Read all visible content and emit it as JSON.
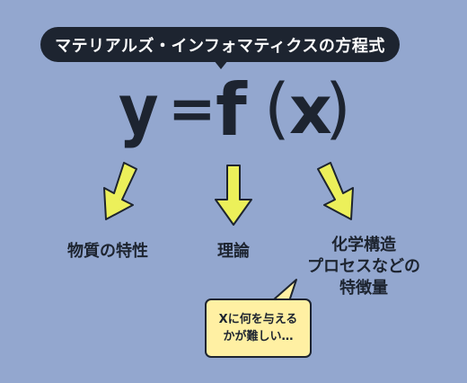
{
  "title": "マテリアルズ・インフォマティクスの方程式",
  "equation": {
    "y": "y",
    "equals": "=",
    "f": "f",
    "lparen": "(",
    "x": "x",
    "rparen": ")"
  },
  "labels": {
    "left": "物質の特性",
    "middle": "理論",
    "right_line1": "化学構造",
    "right_line2": "プロセスなどの",
    "right_line3": "特徴量"
  },
  "callout": {
    "line1": "Xに何を与える",
    "line2": "かが難しい…"
  },
  "colors": {
    "background": "#93a7cf",
    "dark": "#1d2430",
    "arrow": "#ecf05a",
    "callout": "#fff0a3"
  }
}
